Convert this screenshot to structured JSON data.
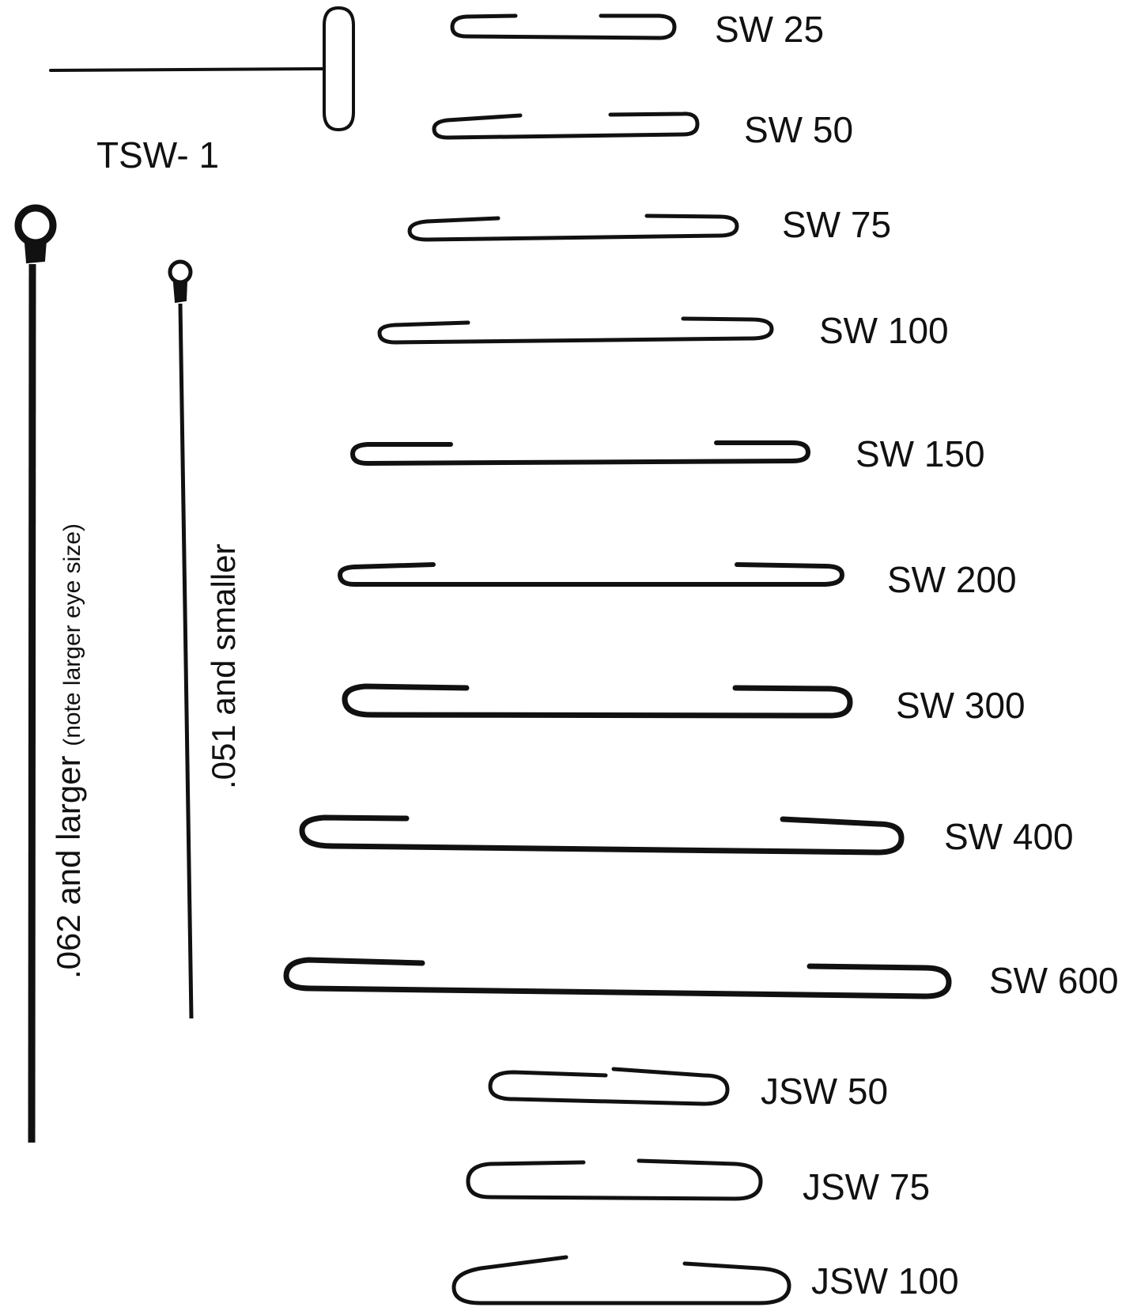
{
  "tools": {
    "tsw": {
      "label": "TSW- 1"
    },
    "needle_large": {
      "label": ".062 and larger",
      "note": "(note larger eye size)"
    },
    "needle_small": {
      "label": ".051 and smaller"
    }
  },
  "wires": [
    {
      "id": "sw-25",
      "label": "SW 25"
    },
    {
      "id": "sw-50",
      "label": "SW 50"
    },
    {
      "id": "sw-75",
      "label": "SW 75"
    },
    {
      "id": "sw-100",
      "label": "SW 100"
    },
    {
      "id": "sw-150",
      "label": "SW 150"
    },
    {
      "id": "sw-200",
      "label": "SW 200"
    },
    {
      "id": "sw-300",
      "label": "SW 300"
    },
    {
      "id": "sw-400",
      "label": "SW 400"
    },
    {
      "id": "sw-600",
      "label": "SW 600"
    },
    {
      "id": "jsw-50",
      "label": "JSW 50"
    },
    {
      "id": "jsw-75",
      "label": "JSW 75"
    },
    {
      "id": "jsw-100",
      "label": "JSW 100"
    }
  ],
  "colors": {
    "ink": "#111111",
    "background": "#ffffff"
  }
}
